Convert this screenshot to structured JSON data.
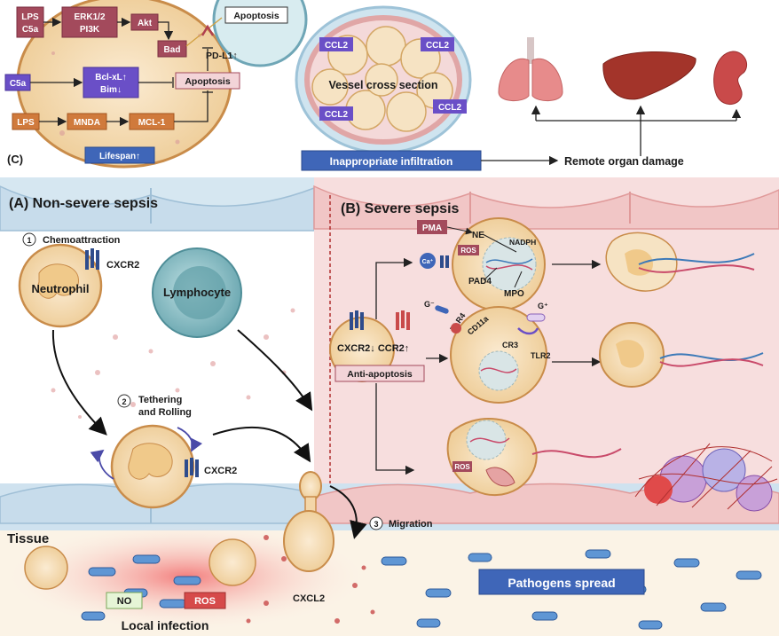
{
  "panel_c": {
    "label": "(C)",
    "nodes": {
      "lps_c5a": [
        "LPS",
        "C5a"
      ],
      "erk_pi3k": [
        "ERK1/2",
        "PI3K"
      ],
      "akt": "Akt",
      "bad": "Bad",
      "apoptosis_top": "Apoptosis",
      "pdl1": "PD-L1↑",
      "c5a": "C5a",
      "bcl_bim": [
        "Bcl-xL↑",
        "Bim↓"
      ],
      "apoptosis_mid": "Apoptosis",
      "lps2": "LPS",
      "mnda": "MNDA",
      "mcl1": "MCL-1",
      "lifespan": "Lifespan↑"
    },
    "vessel": {
      "title": "Vessel cross section",
      "ccl2_labels": [
        "CCL2",
        "CCL2",
        "CCL2",
        "CCL2"
      ]
    },
    "infiltration": "Inappropriate infiltration",
    "remote_damage": "Remote organ damage"
  },
  "panel_a": {
    "title": "(A) Non-severe sepsis",
    "step1_num": "1",
    "step1": "Chemoattraction",
    "cxcr2_top": "CXCR2",
    "neutrophil": "Neutrophil",
    "lymphocyte": "Lymphocyte",
    "step2_num": "2",
    "step2": [
      "Tethering",
      "and Rolling"
    ],
    "cxcr2_bottom": "CXCR2",
    "step3_num": "3",
    "step3": "Migration"
  },
  "panel_b": {
    "title": "(B) Severe sepsis",
    "pma": "PMA",
    "ne": "NE",
    "nadph": "NADPH",
    "ros_top": "ROS",
    "ca": "Ca⁺",
    "pad4": "PAD4",
    "mpo": "MPO",
    "g_minus": "G⁻",
    "tlr4": "TLR4",
    "cd11a": "CD11a",
    "g_plus": "G⁺",
    "cr3": "CR3",
    "tlr2": "TLR2",
    "cxcr2_ccr2": "CXCR2↓ CCR2↑",
    "anti_apoptosis": "Anti-apoptosis",
    "ros_bottom": "ROS"
  },
  "tissue": {
    "label": "Tissue",
    "no": "NO",
    "ros": "ROS",
    "local_infection": "Local infection",
    "cxcl2": "CXCL2",
    "pathogens_spread": "Pathogens spread"
  },
  "colors": {
    "maroon_box": "#a34a5c",
    "orange_box": "#d07a3c",
    "purple_box": "#6a4fc7",
    "blue_box": "#3f66b8",
    "cell_fill": "#f6e3c3",
    "severe_bg": "#f7dede",
    "vessel_blue": "#d6e7f1"
  }
}
